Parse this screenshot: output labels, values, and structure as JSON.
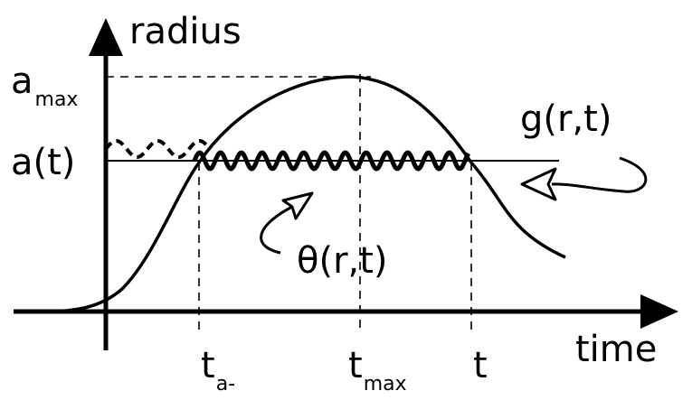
{
  "axes": {
    "y_label": "radius",
    "x_label": "time"
  },
  "y_ticks": {
    "a_max": {
      "main": "a",
      "sub": "max"
    },
    "a_t": "a(t)"
  },
  "x_ticks": {
    "t_a_minus": {
      "main": "t",
      "sub": "a-"
    },
    "t_max": {
      "main": "t",
      "sub": "max"
    },
    "t": "t"
  },
  "annotations": {
    "g": "g(r,t)",
    "theta": "θ(r,t)"
  }
}
